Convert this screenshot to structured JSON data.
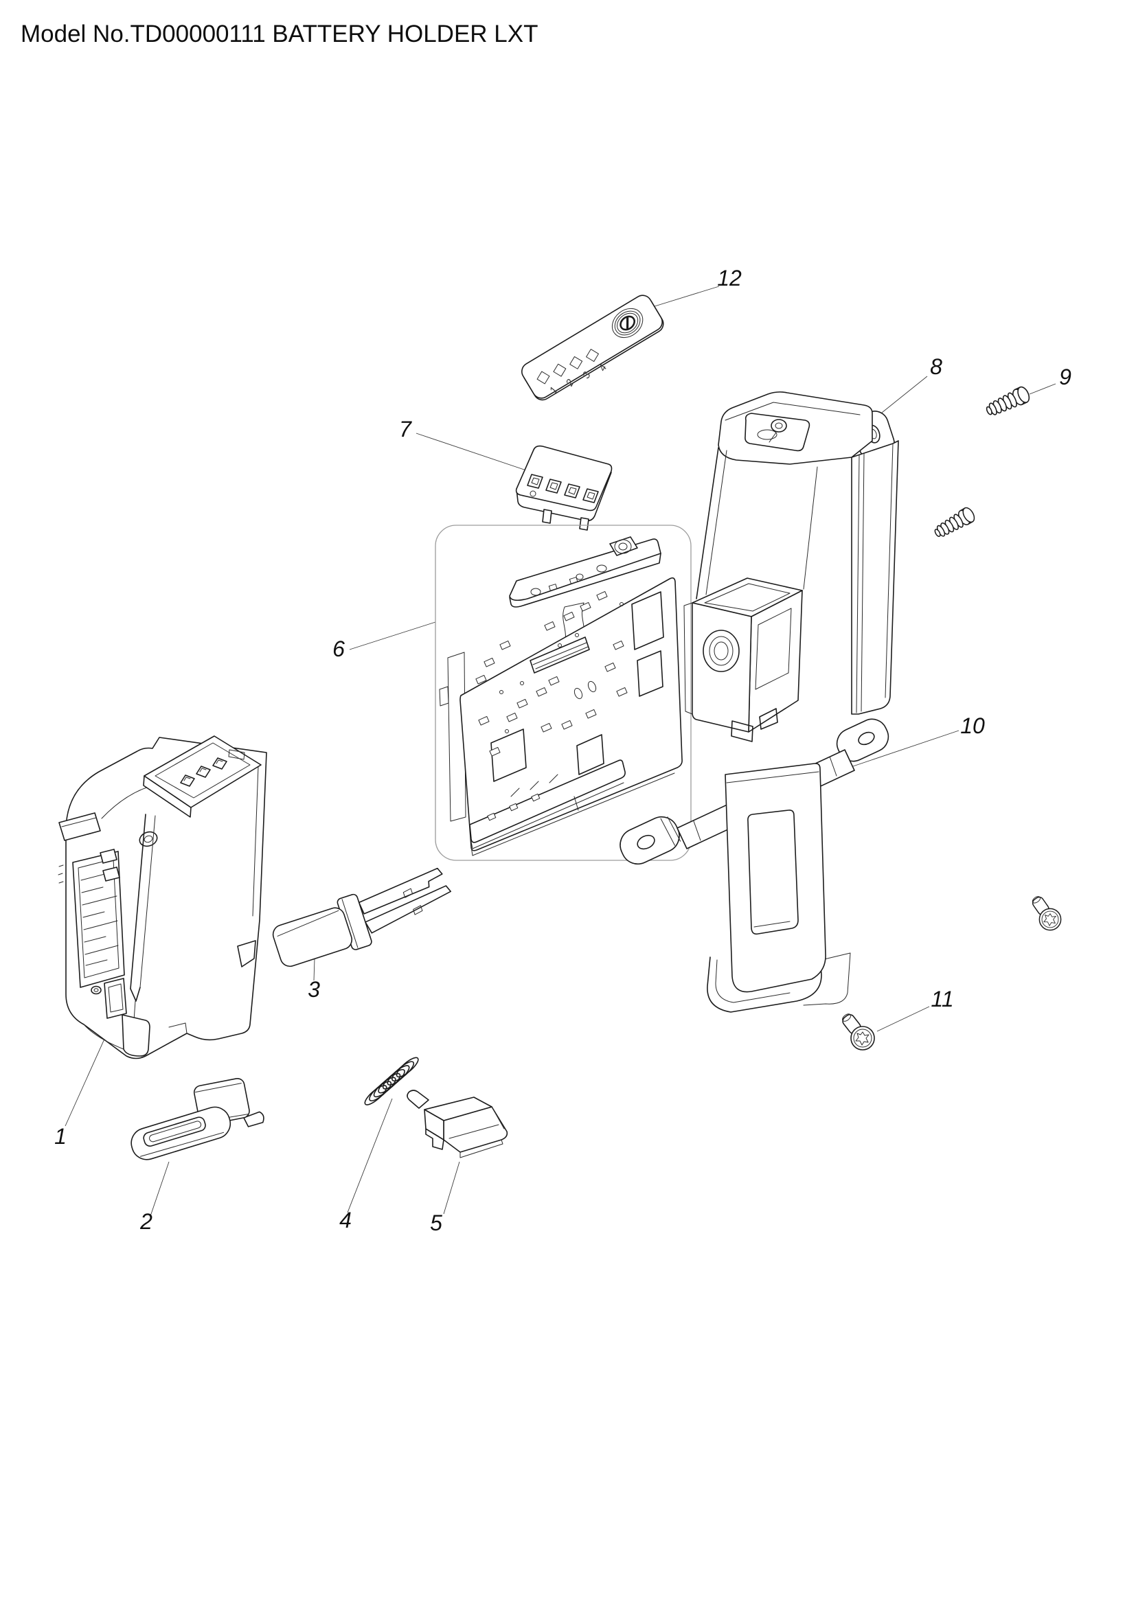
{
  "title": "Model No.TD00000111 BATTERY HOLDER LXT",
  "diagram": {
    "type": "exploded-parts-diagram",
    "line_color": "#1c1c1c",
    "background": "#ffffff",
    "part_count": 12
  },
  "callouts": [
    {
      "number": "1"
    },
    {
      "number": "2"
    },
    {
      "number": "3"
    },
    {
      "number": "4"
    },
    {
      "number": "5"
    },
    {
      "number": "6"
    },
    {
      "number": "7"
    },
    {
      "number": "8"
    },
    {
      "number": "9"
    },
    {
      "number": "10"
    },
    {
      "number": "11"
    },
    {
      "number": "12"
    }
  ],
  "indicator_label": {
    "scale_numbers": [
      "1",
      "2",
      "3",
      "4"
    ]
  }
}
